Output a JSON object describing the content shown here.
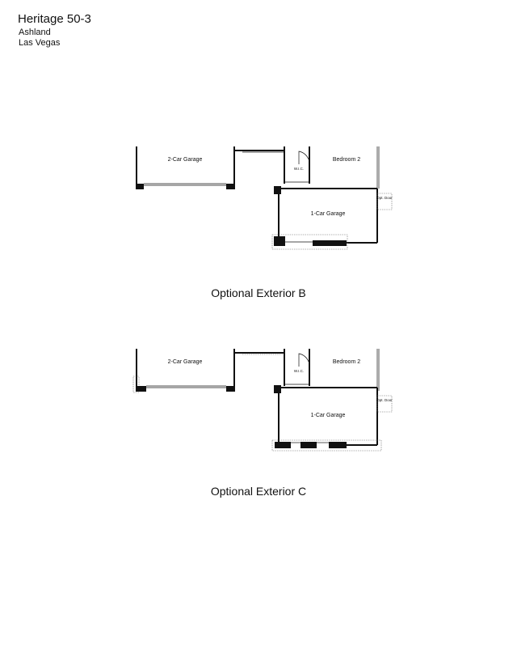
{
  "header": {
    "title": "Heritage 50-3",
    "community": "Ashland",
    "city": "Las Vegas"
  },
  "plans": [
    {
      "caption": "Optional Exterior B",
      "rooms": {
        "two_car_garage": "2-Car Garage",
        "wic": "W.I.C.",
        "bedroom_2": "Bedroom 2",
        "one_car_garage": "1-Car Garage",
        "opt_door": "Opt. Door"
      }
    },
    {
      "caption": "Optional Exterior C",
      "rooms": {
        "two_car_garage": "2-Car Garage",
        "wic": "W.I.C.",
        "bedroom_2": "Bedroom 2",
        "one_car_garage": "1-Car Garage",
        "opt_door": "Opt. Door"
      }
    }
  ]
}
